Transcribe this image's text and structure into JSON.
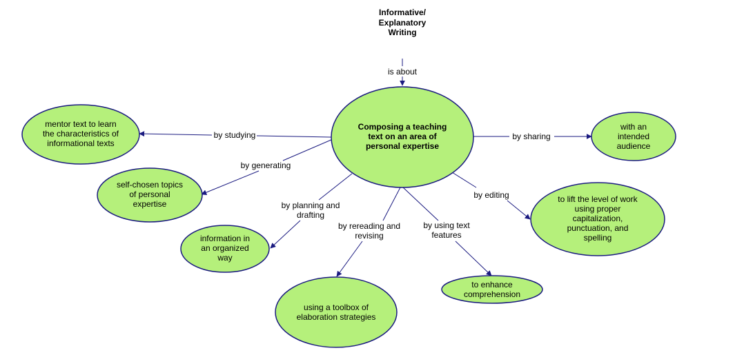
{
  "colors": {
    "node_fill": "#b5f07b",
    "node_stroke": "#1a1a80",
    "link_stroke": "#1a1a80",
    "arrow_fill": "#1a1a80",
    "text": "#000000"
  },
  "diagram": {
    "title": [
      "Informative/",
      "Explanatory",
      "Writing"
    ],
    "central": [
      "Composing a teaching",
      "text on an area of",
      "personal expertise"
    ],
    "nodes": {
      "mentor": [
        "mentor text to learn",
        "the characteristics of",
        "informational texts"
      ],
      "self_chosen": [
        "self-chosen topics",
        "of personal",
        "expertise"
      ],
      "organized": [
        "information in",
        "an organized",
        "way"
      ],
      "toolbox": [
        "using a toolbox of",
        "elaboration strategies"
      ],
      "enhance": [
        "to enhance",
        "comprehension"
      ],
      "lift": [
        "to lift the level of work",
        "using proper",
        "capitalization,",
        "punctuation, and",
        "spelling"
      ],
      "audience": [
        "with an",
        "intended",
        "audience"
      ]
    },
    "links": {
      "is_about": [
        "is about"
      ],
      "studying": [
        "by studying"
      ],
      "generating": [
        "by generating"
      ],
      "planning": [
        "by planning and",
        "drafting"
      ],
      "rereading": [
        "by rereading and",
        "revising"
      ],
      "text_features": [
        "by using text",
        "features"
      ],
      "editing": [
        "by editing"
      ],
      "sharing": [
        "by sharing"
      ]
    }
  }
}
